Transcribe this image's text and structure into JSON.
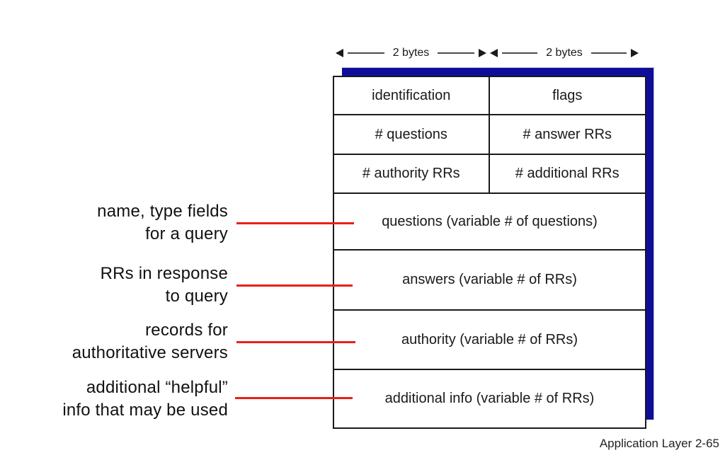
{
  "arrows": {
    "left_label": "2 bytes",
    "right_label": "2 bytes"
  },
  "table": {
    "header_rows": [
      {
        "cells": [
          "identification",
          "flags"
        ]
      },
      {
        "cells": [
          "# questions",
          "# answer RRs"
        ]
      },
      {
        "cells": [
          "# authority RRs",
          "# additional RRs"
        ]
      }
    ],
    "full_rows": [
      "questions (variable # of questions)",
      "answers (variable # of RRs)",
      "authority (variable # of RRs)",
      "additional info (variable # of RRs)"
    ]
  },
  "annotations": [
    {
      "line1": "name, type fields",
      "line2": "for a query"
    },
    {
      "line1": "RRs in response",
      "line2": "to query"
    },
    {
      "line1": "records for",
      "line2": "authoritative servers"
    },
    {
      "line1": "additional “helpful”",
      "line2": "info that may be used"
    }
  ],
  "footer": {
    "text": "Application Layer 2-65"
  },
  "colors": {
    "shadow_blue": "#0e0e9b",
    "connector_red": "#e62119",
    "border_black": "#1a1a1a"
  }
}
